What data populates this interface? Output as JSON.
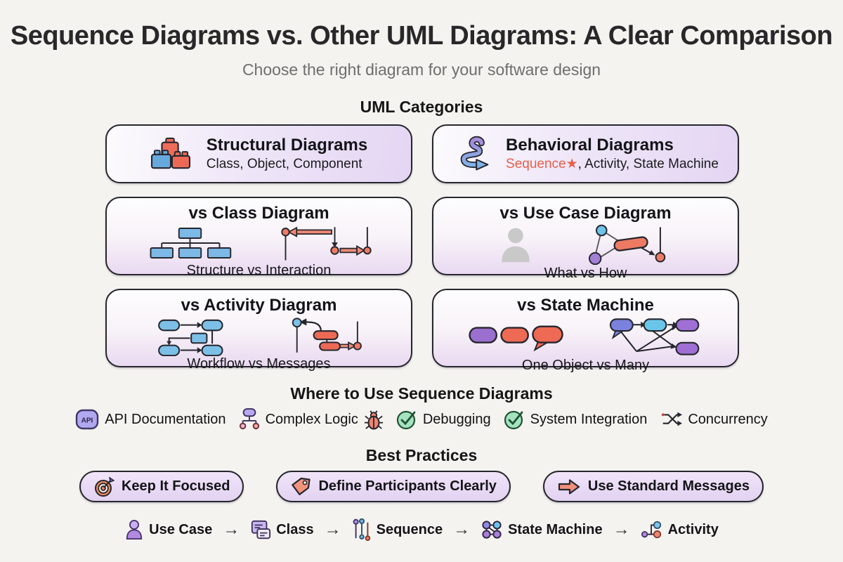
{
  "page": {
    "title": "Sequence Diagrams vs. Other UML Diagrams: A Clear Comparison",
    "subtitle": "Choose the right diagram for your software design"
  },
  "categories": {
    "heading": "UML Categories",
    "structural": {
      "title": "Structural Diagrams",
      "subtitle": "Class, Object, Component",
      "icon": "lego-blocks-icon"
    },
    "behavioral": {
      "title": "Behavioral Diagrams",
      "highlight": "Sequence",
      "star": "★",
      "rest": ", Activity, State Machine",
      "icon": "curved-arrow-icon"
    }
  },
  "comparisons": [
    {
      "title": "vs Class Diagram",
      "caption": "Structure vs Interaction",
      "left_icon": "class-hierarchy-mini",
      "right_icon": "sequence-mini"
    },
    {
      "title": "vs Use Case Diagram",
      "caption": "What vs How",
      "left_icon": "actor-person-mini",
      "right_icon": "usecase-network-mini"
    },
    {
      "title": "vs Activity Diagram",
      "caption": "Workflow vs Messages",
      "left_icon": "workflow-mini",
      "right_icon": "sequence-messages-mini"
    },
    {
      "title": "vs State Machine",
      "caption": "One Object vs Many",
      "left_icon": "object-pills-mini",
      "right_icon": "state-transitions-mini"
    }
  ],
  "where_to_use": {
    "heading": "Where to Use Sequence Diagrams",
    "items": [
      {
        "label": "API Documentation",
        "icon": "api-badge-icon",
        "icon_text": "API"
      },
      {
        "label": "Complex Logic",
        "icon": "flowchart-icon",
        "trailing_icon": "bug-icon"
      },
      {
        "label": "Debugging",
        "icon": "check-circle-icon"
      },
      {
        "label": "System Integration",
        "icon": "check-circle-icon"
      },
      {
        "label": "Concurrency",
        "icon": "swap-arrows-icon"
      }
    ]
  },
  "best_practices": {
    "heading": "Best Practices",
    "pills": [
      {
        "label": "Keep It Focused",
        "icon": "target-icon"
      },
      {
        "label": "Define Participants Clearly",
        "icon": "tag-icon"
      },
      {
        "label": "Use Standard Messages",
        "icon": "block-arrow-right-icon"
      }
    ]
  },
  "workflow": {
    "arrow": "→",
    "steps": [
      {
        "label": "Use Case",
        "icon": "person-icon"
      },
      {
        "label": "Class",
        "icon": "documents-icon"
      },
      {
        "label": "Sequence",
        "icon": "lifelines-icon"
      },
      {
        "label": "State Machine",
        "icon": "state-nodes-icon"
      },
      {
        "label": "Activity",
        "icon": "activity-flow-icon"
      }
    ]
  },
  "colors": {
    "background": "#f5f3ef",
    "card_border": "#26262e",
    "lavender": "#e6d9f4",
    "salmon": "#ee6a54",
    "blue": "#7cc0e8",
    "purple": "#a37fd6",
    "green": "#a5e3bf",
    "highlight_red": "#e4604a"
  }
}
